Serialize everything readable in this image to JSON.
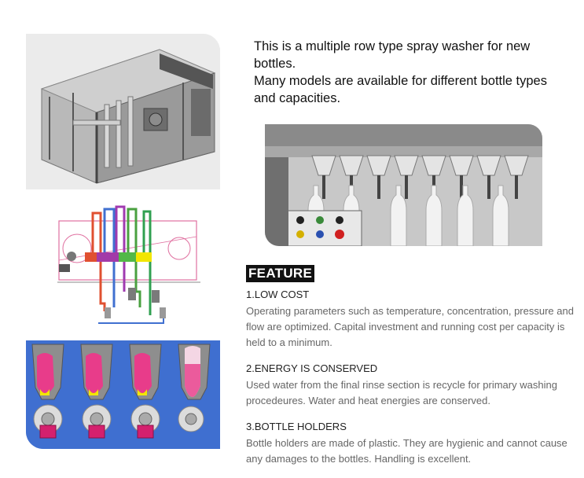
{
  "intro": {
    "lines": [
      "This is a multiple row type spray washer for new bottles.",
      "Many models are available for different bottle types and capacities."
    ]
  },
  "feature": {
    "title": "FEATURE",
    "items": [
      {
        "heading": "1.LOW COST",
        "body": "Operating parameters such as temperature, concentration, pressure and flow are optimized. Capital investment and running cost per capacity is held to a minimum."
      },
      {
        "heading": "2.ENERGY IS CONSERVED",
        "body": "Used water from the final rinse section is recycle for primary washing procedeures. Water and heat energies are conserved."
      },
      {
        "heading": "3.BOTTLE HOLDERS",
        "body": "Bottle holders are made of plastic. They are hygienic and cannot cause any damages to the bottles. Handling is excellent."
      }
    ]
  },
  "images": {
    "machine_photo": "spray-washer-machine-photo",
    "flow_diagram": "water-flow-diagram",
    "bottle_holders": "bottle-holder-illustration",
    "closeup": "bottle-rows-closeup-photo"
  },
  "colors": {
    "holder_background": "#3f6fd0",
    "bottle_pink": "#e83c8a",
    "holder_yellow": "#f2e600",
    "feature_badge": "#111111"
  }
}
